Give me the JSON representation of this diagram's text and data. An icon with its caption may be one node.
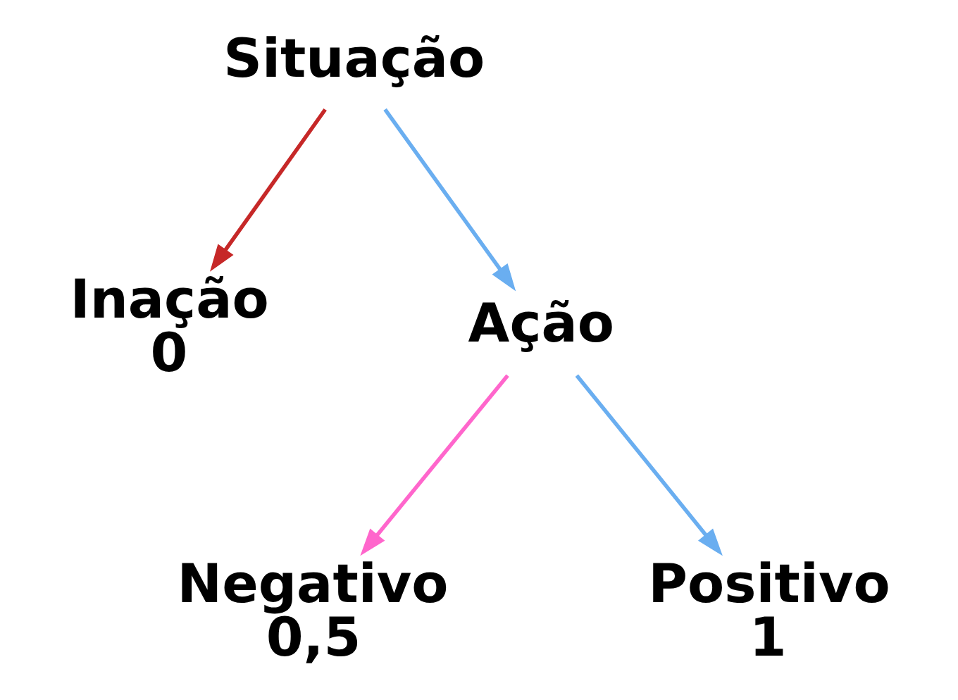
{
  "diagram": {
    "nodes": [
      {
        "text": [
          "Situação"
        ]
      },
      {
        "text": [
          "Inação",
          "0"
        ]
      },
      {
        "text": [
          "Ação"
        ]
      },
      {
        "text": [
          "Negativo",
          "0,5"
        ]
      },
      {
        "text": [
          "Positivo",
          "1"
        ]
      }
    ],
    "edges": [
      {
        "from": 0,
        "to": 1,
        "arrow": "to",
        "color": "#c62828"
      },
      {
        "from": 0,
        "to": 2,
        "arrow": "to"
      },
      {
        "from": 2,
        "to": 3,
        "arrow": "to",
        "color": "#ff66cc"
      },
      {
        "from": 2,
        "to": 4,
        "arrow": "to"
      }
    ]
  }
}
